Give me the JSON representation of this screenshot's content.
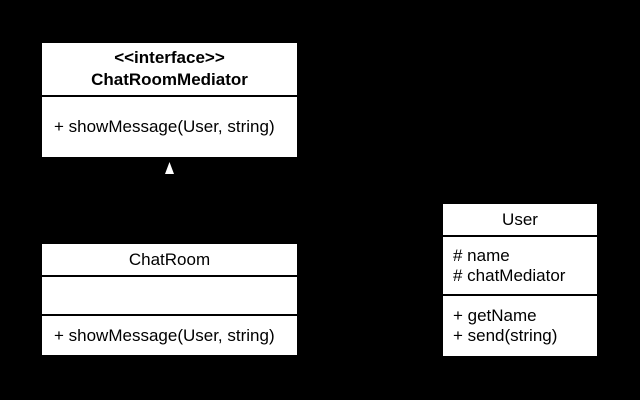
{
  "diagram": {
    "background_color": "#000000",
    "box_fill_color": "#ffffff",
    "box_border_color": "#000000",
    "text_color": "#000000",
    "arrowhead_color": "#ffffff",
    "classes": [
      {
        "id": "ChatRoomMediator",
        "stereotype": "<<interface>>",
        "name": "ChatRoomMediator",
        "attributes": [],
        "methods": [
          "+ showMessage(User, string)"
        ]
      },
      {
        "id": "ChatRoom",
        "stereotype": "",
        "name": "ChatRoom",
        "attributes": [],
        "methods": [
          "+ showMessage(User, string)"
        ]
      },
      {
        "id": "User",
        "stereotype": "",
        "name": "User",
        "attributes": [
          "# name",
          "# chatMediator"
        ],
        "methods": [
          "+ getName",
          "+ send(string)"
        ]
      }
    ],
    "relationships": [
      {
        "type": "realization",
        "from": "ChatRoom",
        "to": "ChatRoomMediator",
        "arrowhead": "hollow-triangle-pointing-up"
      }
    ]
  }
}
